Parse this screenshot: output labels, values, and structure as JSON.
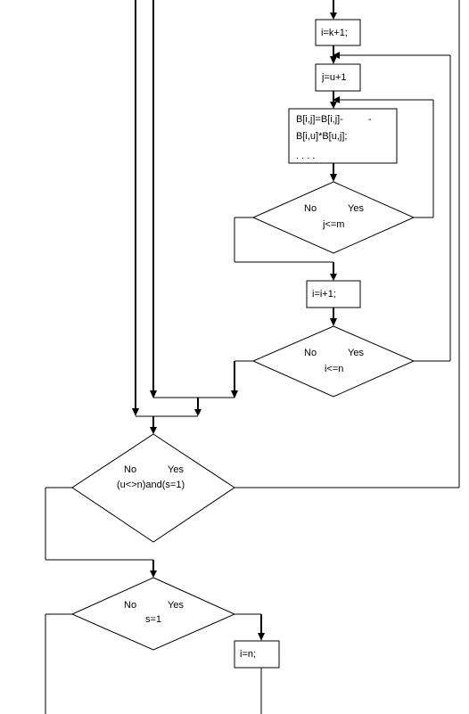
{
  "nodes": {
    "assign_i_k1": "i=k+1;",
    "assign_j_u1": "j=u+1",
    "update_b_line1": "B[i,j]=B[i,j]-",
    "update_b_dash": "-",
    "update_b_line2": "B[i,u]*B[u,j];",
    "update_b_line3": ". . . .",
    "assign_i_inc": "i=i+1;",
    "assign_i_n": "i=n;"
  },
  "decisions": {
    "j_le_m": {
      "no": "No",
      "yes": "Yes",
      "condition": "j<=m"
    },
    "i_le_n": {
      "no": "No",
      "yes": "Yes",
      "condition": "i<=n"
    },
    "u_s": {
      "no": "No",
      "yes": "Yes",
      "condition": "(u<>n)and(s=1)"
    },
    "s_eq_1": {
      "no": "No",
      "yes": "Yes",
      "condition": "s=1"
    }
  }
}
